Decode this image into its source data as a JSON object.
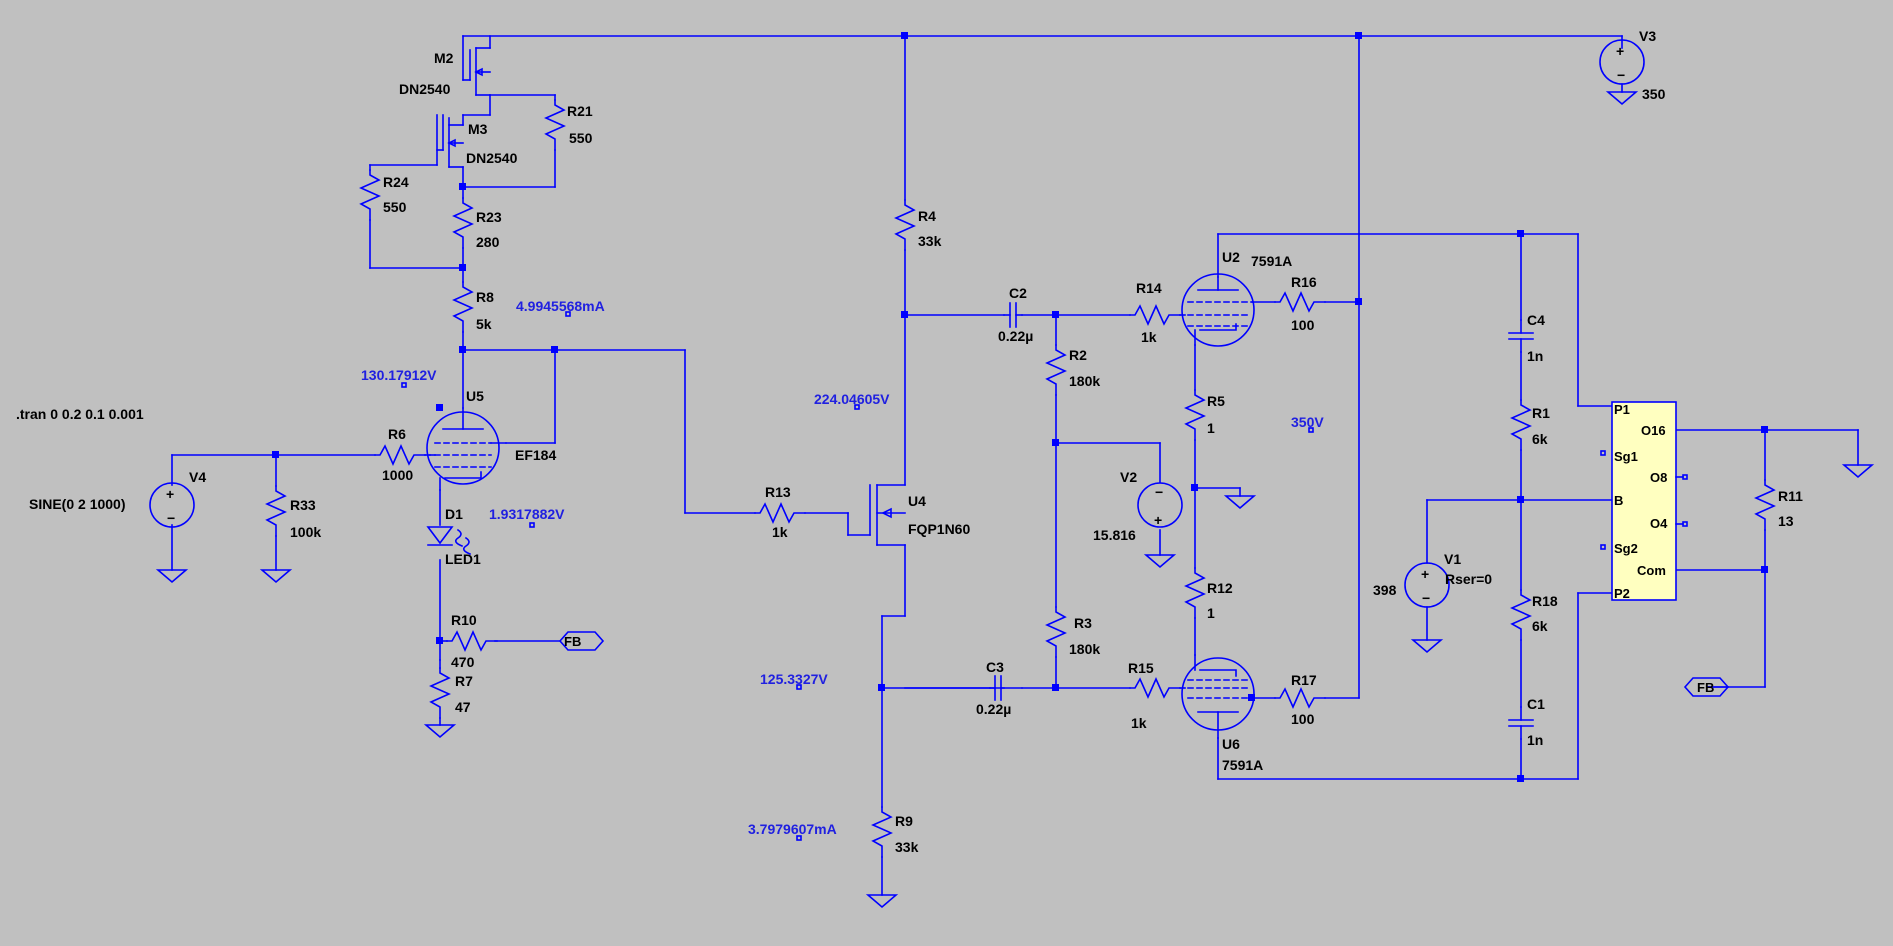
{
  "directive": ".tran 0 0.2 0.1 0.001",
  "components": {
    "V3": {
      "name": "V3",
      "value": "350"
    },
    "V4": {
      "name": "V4",
      "value": "SINE(0 2 1000)"
    },
    "V2": {
      "name": "V2",
      "value": "15.816"
    },
    "V1": {
      "name": "V1",
      "value": "398",
      "extra": "Rser=0"
    },
    "M2": {
      "name": "M2",
      "value": "DN2540"
    },
    "M3": {
      "name": "M3",
      "value": "DN2540"
    },
    "U4": {
      "name": "U4",
      "value": "FQP1N60"
    },
    "U5": {
      "name": "U5",
      "value": "EF184"
    },
    "U2": {
      "name": "U2",
      "value": "7591A"
    },
    "U6": {
      "name": "U6",
      "value": "7591A"
    },
    "D1": {
      "name": "D1",
      "value": "LED1"
    },
    "R21": {
      "name": "R21",
      "value": "550"
    },
    "R24": {
      "name": "R24",
      "value": "550"
    },
    "R23": {
      "name": "R23",
      "value": "280"
    },
    "R8": {
      "name": "R8",
      "value": "5k"
    },
    "R6": {
      "name": "R6",
      "value": "1000"
    },
    "R33": {
      "name": "R33",
      "value": "100k"
    },
    "R10": {
      "name": "R10",
      "value": "470"
    },
    "R7": {
      "name": "R7",
      "value": "47"
    },
    "R4": {
      "name": "R4",
      "value": "33k"
    },
    "R13": {
      "name": "R13",
      "value": "1k"
    },
    "R9": {
      "name": "R9",
      "value": "33k"
    },
    "R2": {
      "name": "R2",
      "value": "180k"
    },
    "R3": {
      "name": "R3",
      "value": "180k"
    },
    "R14": {
      "name": "R14",
      "value": "1k"
    },
    "R15": {
      "name": "R15",
      "value": "1k"
    },
    "R16": {
      "name": "R16",
      "value": "100"
    },
    "R17": {
      "name": "R17",
      "value": "100"
    },
    "R5": {
      "name": "R5",
      "value": "1"
    },
    "R12": {
      "name": "R12",
      "value": "1"
    },
    "R1": {
      "name": "R1",
      "value": "6k"
    },
    "R18": {
      "name": "R18",
      "value": "6k"
    },
    "R11": {
      "name": "R11",
      "value": "13"
    },
    "C2": {
      "name": "C2",
      "value": "0.22µ"
    },
    "C3": {
      "name": "C3",
      "value": "0.22µ"
    },
    "C4": {
      "name": "C4",
      "value": "1n"
    },
    "C1": {
      "name": "C1",
      "value": "1n"
    }
  },
  "transformer": {
    "pins": {
      "p1": "P1",
      "sg1": "Sg1",
      "b": "B",
      "sg2": "Sg2",
      "p2": "P2",
      "o16": "O16",
      "o8": "O8",
      "o4": "O4",
      "com": "Com"
    }
  },
  "net_labels": {
    "fb1": "FB",
    "fb2": "FB"
  },
  "probes": {
    "i_r8": "4.9945568mA",
    "v_u5_plate": "130.17912V",
    "v_led": "1.9317882V",
    "v_drain": "224.04605V",
    "v_b_plus": "350V",
    "v_source": "125.3327V",
    "i_r9": "3.7979607mA"
  },
  "colors": {
    "background": "#c0c0c0",
    "wire": "#0000ff",
    "probe_text": "#2020e0",
    "transformer_fill": "#ffffc0"
  }
}
